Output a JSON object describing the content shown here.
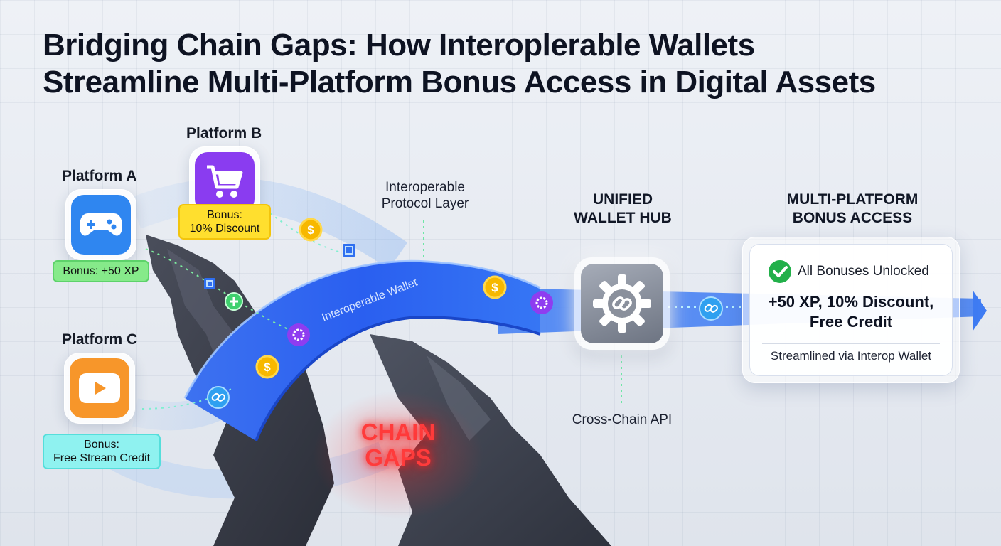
{
  "title": {
    "line1": "Bridging Chain Gaps: How Interoplerable Wallets",
    "line2": "Streamline Multi-Platform Bonus Access in Digital Assets"
  },
  "platforms": [
    {
      "label": "Platform A",
      "icon": "gamepad-icon",
      "color": "#2f86f0",
      "bonus": [
        "Bonus: +50 XP"
      ]
    },
    {
      "label": "Platform B",
      "icon": "shopping-cart-icon",
      "color": "#8a3cf0",
      "bonus": [
        "Bonus:",
        "10% Discount"
      ]
    },
    {
      "label": "Platform C",
      "icon": "play-icon",
      "color": "#f7962a",
      "bonus": [
        "Bonus:",
        "Free Stream Credit"
      ]
    }
  ],
  "protocol_layer": {
    "line1": "Interoperable",
    "line2": "Protocol Layer"
  },
  "bridge_label": "Interoperable Wallet",
  "hub": {
    "line1": "UNIFIED",
    "line2": "WALLET HUB",
    "icon": "gear-link-icon"
  },
  "api_label": "Cross-Chain API",
  "access": {
    "title1": "MULTI-PLATFORM",
    "title2": "BONUS ACCESS",
    "unlocked": "All Bonuses Unlocked",
    "bonus_line1": "+50 XP, 10% Discount,",
    "bonus_line2": "Free Credit",
    "footer": "Streamlined via Interop Wallet"
  },
  "gap": {
    "line1": "CHAIN",
    "line2": "GAPS"
  },
  "colors": {
    "bridge": "#2d6cf2",
    "gap_glow": "#ff3b3b",
    "check": "#22b04a"
  }
}
